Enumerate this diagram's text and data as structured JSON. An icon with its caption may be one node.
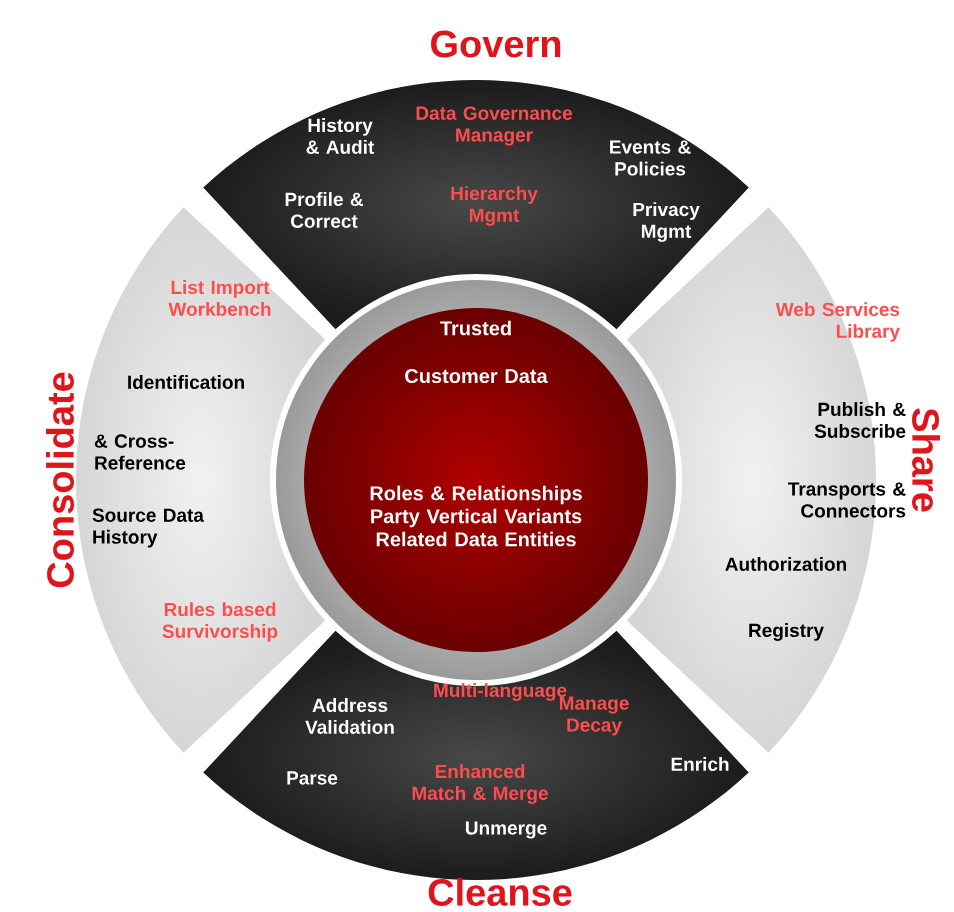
{
  "diagram": {
    "nodes": [
      {
        "text": [
          "Govern",
          "History & Audit",
          "Data Governance Manager",
          "Events & Policies",
          "Profile & Correct",
          "Hierarchy Mgmt",
          "Privacy Mgmt"
        ]
      },
      {
        "text": [
          "Consolidate",
          "List Import Workbench",
          "Identification",
          "& Cross-Reference",
          "Source Data History",
          "Rules based Survivorship"
        ]
      },
      {
        "text": [
          "Trusted",
          "Customer Data",
          "Roles & Relationships Party Vertical Variants Related Data Entities"
        ]
      },
      {
        "text": [
          "Share",
          "Web Services Library",
          "Publish & Subscribe",
          "Transports & Connectors",
          "Authorization",
          "Registry"
        ]
      },
      {
        "text": [
          "Multi-language",
          "Address Validation",
          "Manage Decay",
          "Enrich",
          "Parse",
          "Enhanced Match & Merge",
          "Unmerge",
          "Cleanse"
        ]
      }
    ]
  }
}
